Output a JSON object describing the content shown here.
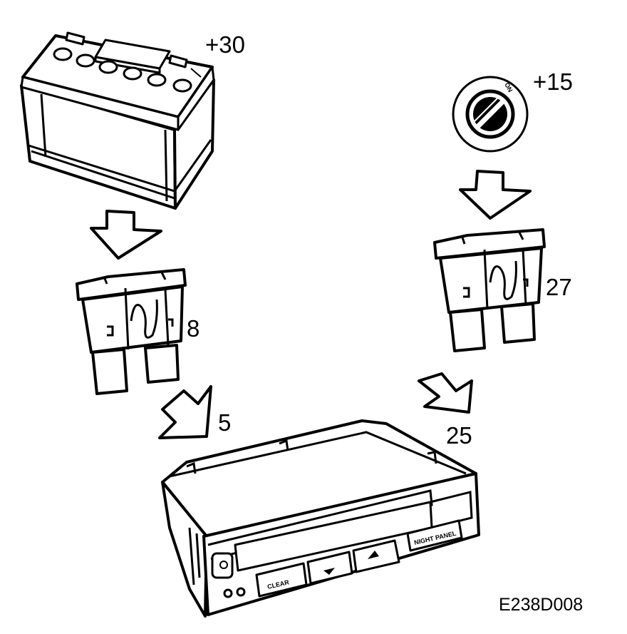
{
  "labels": {
    "battery_terminal": "+30",
    "ignition_terminal": "+15",
    "ignition_on": "ON",
    "fuse_left": "8",
    "fuse_right": "27",
    "pin_left": "5",
    "pin_right": "25",
    "figure_code": "E238D008"
  },
  "panel": {
    "clear_button": "CLEAR",
    "night_panel_button": "NIGHT PANEL"
  }
}
